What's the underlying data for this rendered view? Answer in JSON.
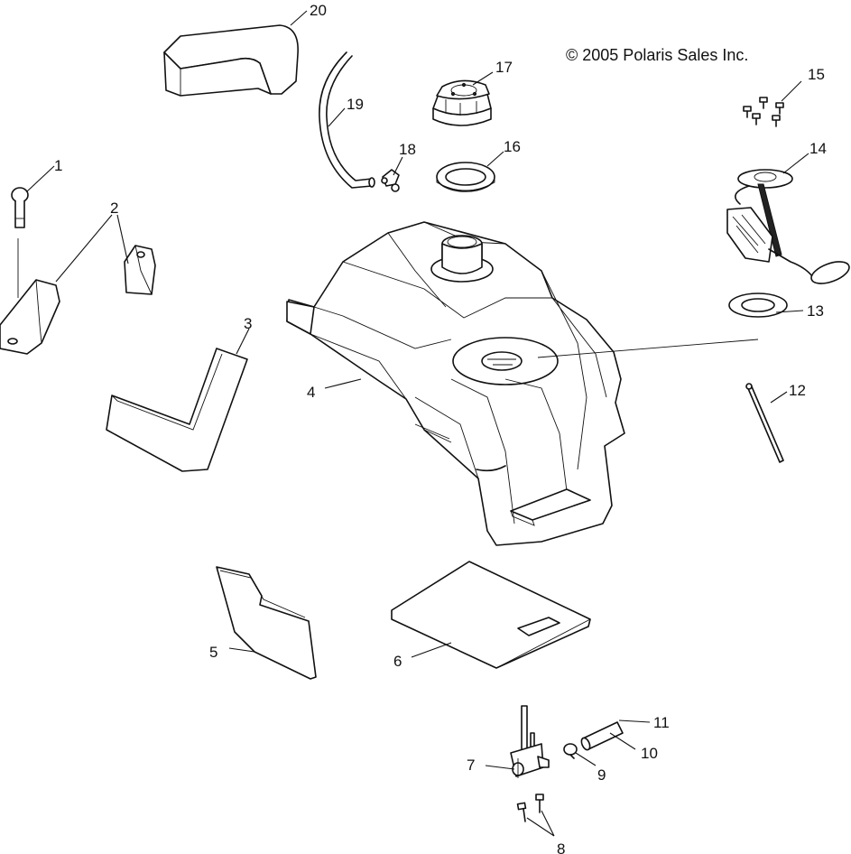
{
  "copyright": "© 2005 Polaris Sales Inc.",
  "callouts": {
    "c1": "1",
    "c2": "2",
    "c3": "3",
    "c4": "4",
    "c5": "5",
    "c6": "6",
    "c7": "7",
    "c8": "8",
    "c9": "9",
    "c10": "10",
    "c11": "11",
    "c12": "12",
    "c13": "13",
    "c14": "14",
    "c15": "15",
    "c16": "16",
    "c17": "17",
    "c18": "18",
    "c19": "19",
    "c20": "20"
  }
}
